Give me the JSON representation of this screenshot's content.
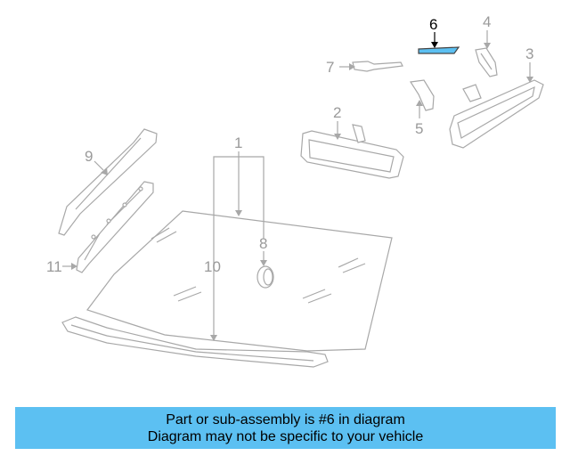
{
  "diagram": {
    "callouts": {
      "c1": "1",
      "c2": "2",
      "c3": "3",
      "c4": "4",
      "c5": "5",
      "c6": "6",
      "c7": "7",
      "c8": "8",
      "c9": "9",
      "c10": "10",
      "c11": "11"
    },
    "highlight_part": "6",
    "highlight_color": "#5cc0f2",
    "part_line_color": "#a8a8a8"
  },
  "banner": {
    "line1": "Part or sub-assembly is #6 in diagram",
    "line2": "Diagram may not be specific to your vehicle",
    "background": "#5cc0f2"
  }
}
